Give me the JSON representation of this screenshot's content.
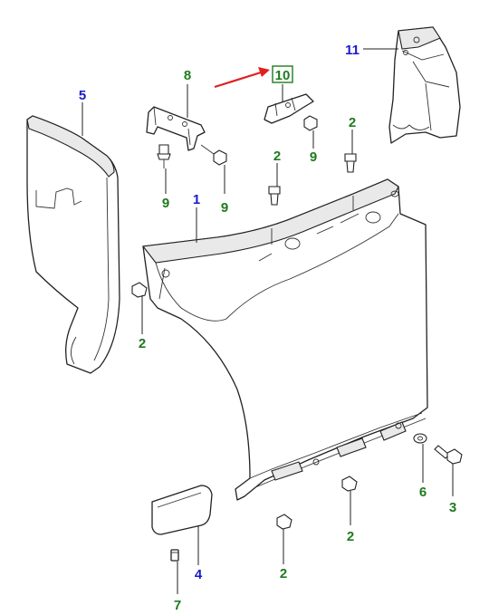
{
  "diagram": {
    "colors": {
      "callout_green": "#1f7a1f",
      "callout_blue": "#1a1acc",
      "highlight_box": "#1f7a1f",
      "arrow_red": "#e02020",
      "line": "#222222"
    },
    "callouts": {
      "c1": "1",
      "c2a": "2",
      "c2b": "2",
      "c2c": "2",
      "c2d": "2",
      "c2e": "2",
      "c3": "3",
      "c4": "4",
      "c5": "5",
      "c6": "6",
      "c7": "7",
      "c8": "8",
      "c9a": "9",
      "c9b": "9",
      "c9c": "9",
      "c10": "10",
      "c11": "11"
    }
  }
}
